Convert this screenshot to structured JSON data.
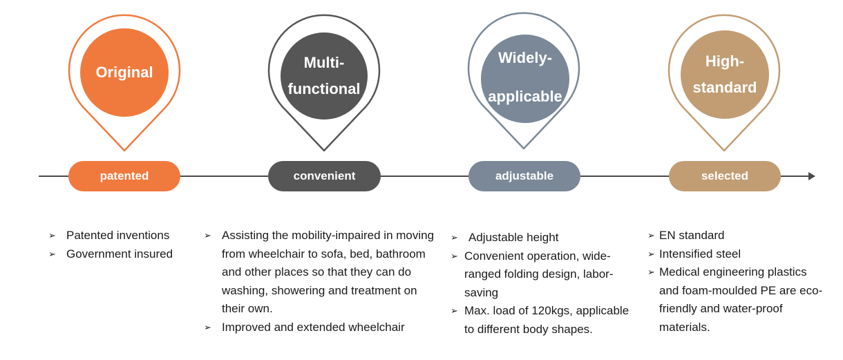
{
  "colors": {
    "original": "#f07a3e",
    "multi": "#565656",
    "widely": "#7a8898",
    "high": "#c29d73",
    "line": "#4a4a4a"
  },
  "bullet_icon": "arrowhead-bullet-icon",
  "bullet_glyph": "➢",
  "stages": [
    {
      "title": "Original",
      "pill": "patented",
      "bullets": [
        "Patented inventions",
        "Government insured"
      ]
    },
    {
      "title": "Multi-functional",
      "pill": "convenient",
      "bullets": [
        "Assisting the mobility-impaired in moving from wheelchair to sofa, bed, bathroom and other places so that they can do washing, showering and treatment on their own.",
        "Improved and extended wheelchair"
      ]
    },
    {
      "title": "Widely-applicable",
      "pill": "adjustable",
      "bullets": [
        "Adjustable height",
        "Convenient operation, wide-ranged folding design, labor-saving",
        "Max. load of 120kgs, applicable to different body shapes."
      ]
    },
    {
      "title": "High-standard",
      "pill": "selected",
      "bullets": [
        "EN standard",
        "Intensified steel",
        "Medical engineering plastics and foam-moulded PE are eco-friendly and water-proof materials."
      ]
    }
  ]
}
